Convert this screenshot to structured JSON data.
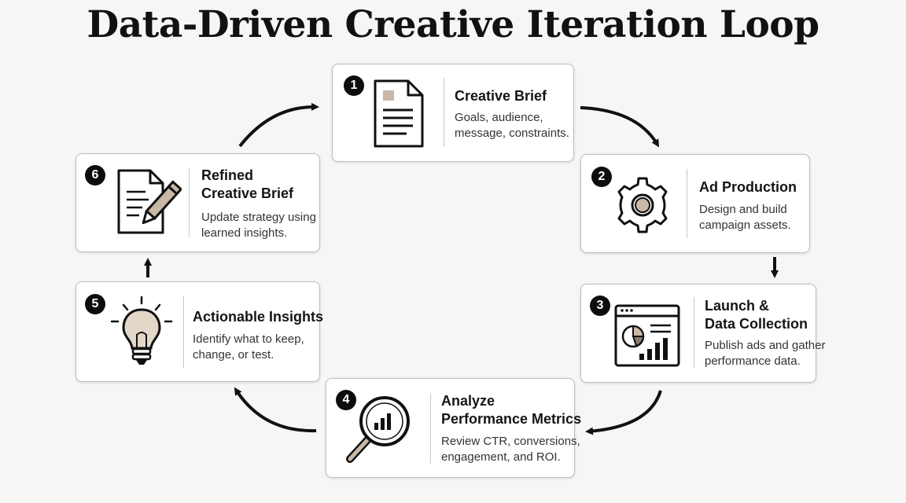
{
  "title": "Data-Driven Creative Iteration Loop",
  "steps": [
    {
      "number": "1",
      "title": [
        "Creative Brief"
      ],
      "description": [
        "Goals, audience,",
        "message, constraints."
      ],
      "icon": "document-icon"
    },
    {
      "number": "2",
      "title": [
        "Ad Production"
      ],
      "description": [
        "Design and build",
        "campaign assets."
      ],
      "icon": "gear-icon"
    },
    {
      "number": "3",
      "title": [
        "Launch &",
        "Data Collection"
      ],
      "description": [
        "Publish ads and gather",
        "performance data."
      ],
      "icon": "browser-chart-icon"
    },
    {
      "number": "4",
      "title": [
        "Analyze",
        "Performance Metrics"
      ],
      "description": [
        "Review CTR, conversions,",
        "engagement, and ROI."
      ],
      "icon": "magnifier-chart-icon"
    },
    {
      "number": "5",
      "title": [
        "Actionable Insights"
      ],
      "description": [
        "Identify what to keep,",
        "change, or test."
      ],
      "icon": "lightbulb-icon"
    },
    {
      "number": "6",
      "title": [
        "Refined",
        "Creative Brief"
      ],
      "description": [
        "Update strategy using",
        "learned insights."
      ],
      "icon": "document-pencil-icon"
    }
  ],
  "colors": {
    "accent": "#c9b8a6",
    "ink": "#111111",
    "card_border": "#bdbdbd"
  }
}
